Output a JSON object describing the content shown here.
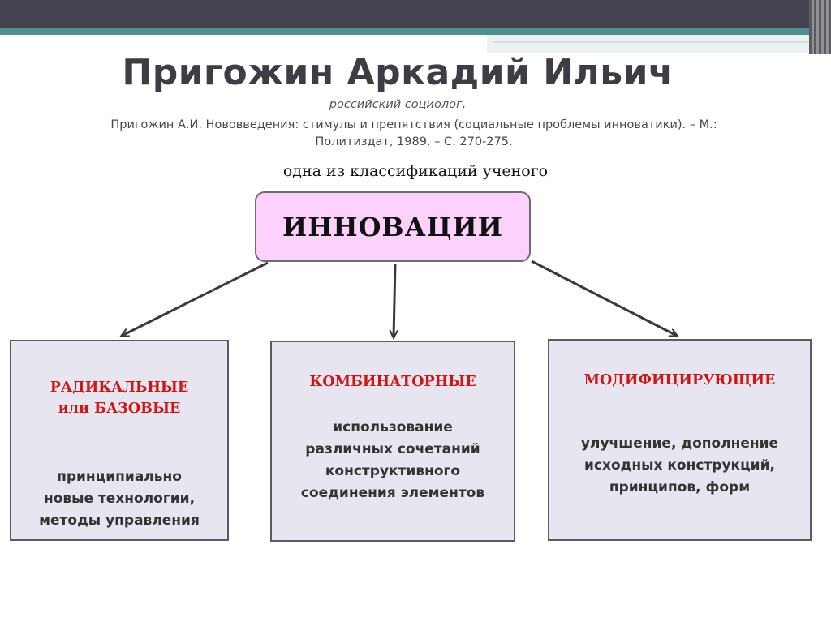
{
  "header": {
    "title": "Пригожин Аркадий Ильич",
    "subtitle": "российский социолог,",
    "citation_line1": "Пригожин А.И. Нововведения: стимулы и препятствия (социальные проблемы инноватики). – М.:",
    "citation_line2": "Политиздат, 1989. – С. 270-275."
  },
  "diagram": {
    "caption": "одна из классификаций ученого",
    "root": {
      "label": "ИННОВАЦИИ"
    },
    "categories": [
      {
        "title": "РАДИКАЛЬНЫЕ или БАЗОВЫЕ",
        "title_line1": "РАДИКАЛЬНЫЕ",
        "title_line2": "или БАЗОВЫЕ",
        "description_lines": [
          "принципиально",
          "новые технологии,",
          "методы управления"
        ]
      },
      {
        "title": "КОМБИНАТОРНЫЕ",
        "description_lines": [
          "использование",
          "различных сочетаний",
          "конструктивного",
          "соединения элементов"
        ]
      },
      {
        "title": "МОДИФИЦИРУЮЩИЕ",
        "description_lines": [
          "улучшение, дополнение",
          "исходных конструкций,",
          "принципов, форм"
        ]
      }
    ]
  },
  "colors": {
    "root_fill": "#fcd2fc",
    "category_fill": "#e7e6f0",
    "category_title": "#d21414",
    "top_bar_dark": "#45424f",
    "top_bar_teal": "#4f8f8d"
  }
}
